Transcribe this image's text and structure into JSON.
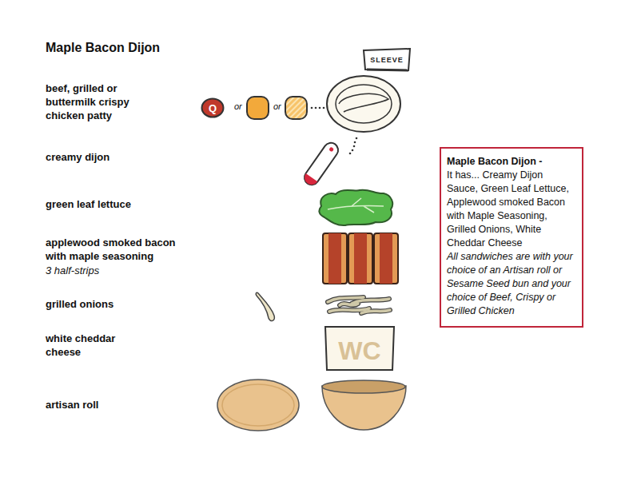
{
  "diagram": {
    "title": "Maple Bacon Dijon",
    "nodes": [
      {
        "text": [
          "SLEEVE"
        ]
      },
      {
        "text": [
          "Q"
        ]
      },
      {
        "text": [
          "Maple Bacon Dijon -",
          "It has... Creamy Dijon Sauce, Green Leaf Lettuce, Applewood smoked Bacon with Maple Seasoning, Grilled Onions, White Cheddar Cheese",
          "All sandwiches are with your choice of an Artisan roll or Sesame Seed bun and your choice of Beef, Crispy or Grilled Chicken"
        ]
      },
      {
        "text": [
          "WC"
        ]
      }
    ],
    "labels": [
      "beef, grilled or buttermilk crispy chicken patty",
      "or",
      "or",
      "creamy dijon",
      "green leaf lettuce",
      "applewood smoked bacon with maple seasoning",
      "3 half-strips",
      "grilled onions",
      "white cheddar cheese",
      "artisan roll"
    ]
  }
}
